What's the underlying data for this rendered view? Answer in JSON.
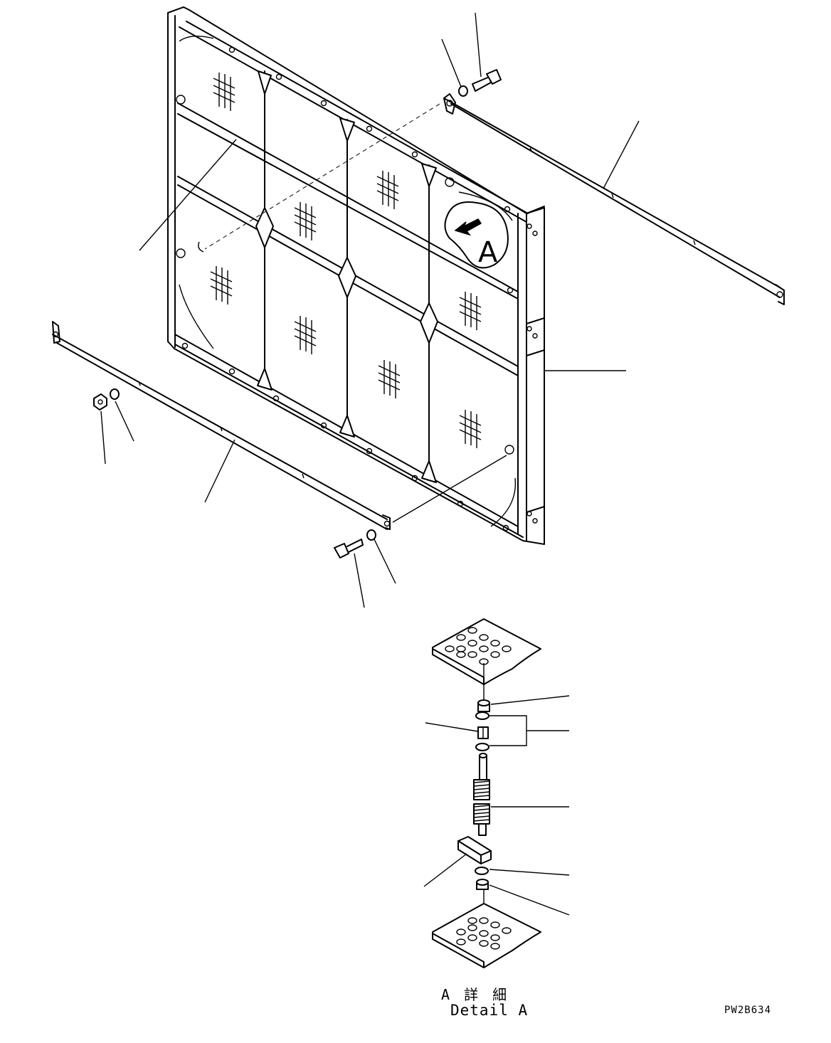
{
  "drawing": {
    "callout_letter": "A",
    "detail_caption_ja": "A 詳 細",
    "detail_caption_en": "Detail A",
    "drawing_number": "PW2B634"
  },
  "colors": {
    "line": "#000000",
    "background": "#ffffff"
  }
}
